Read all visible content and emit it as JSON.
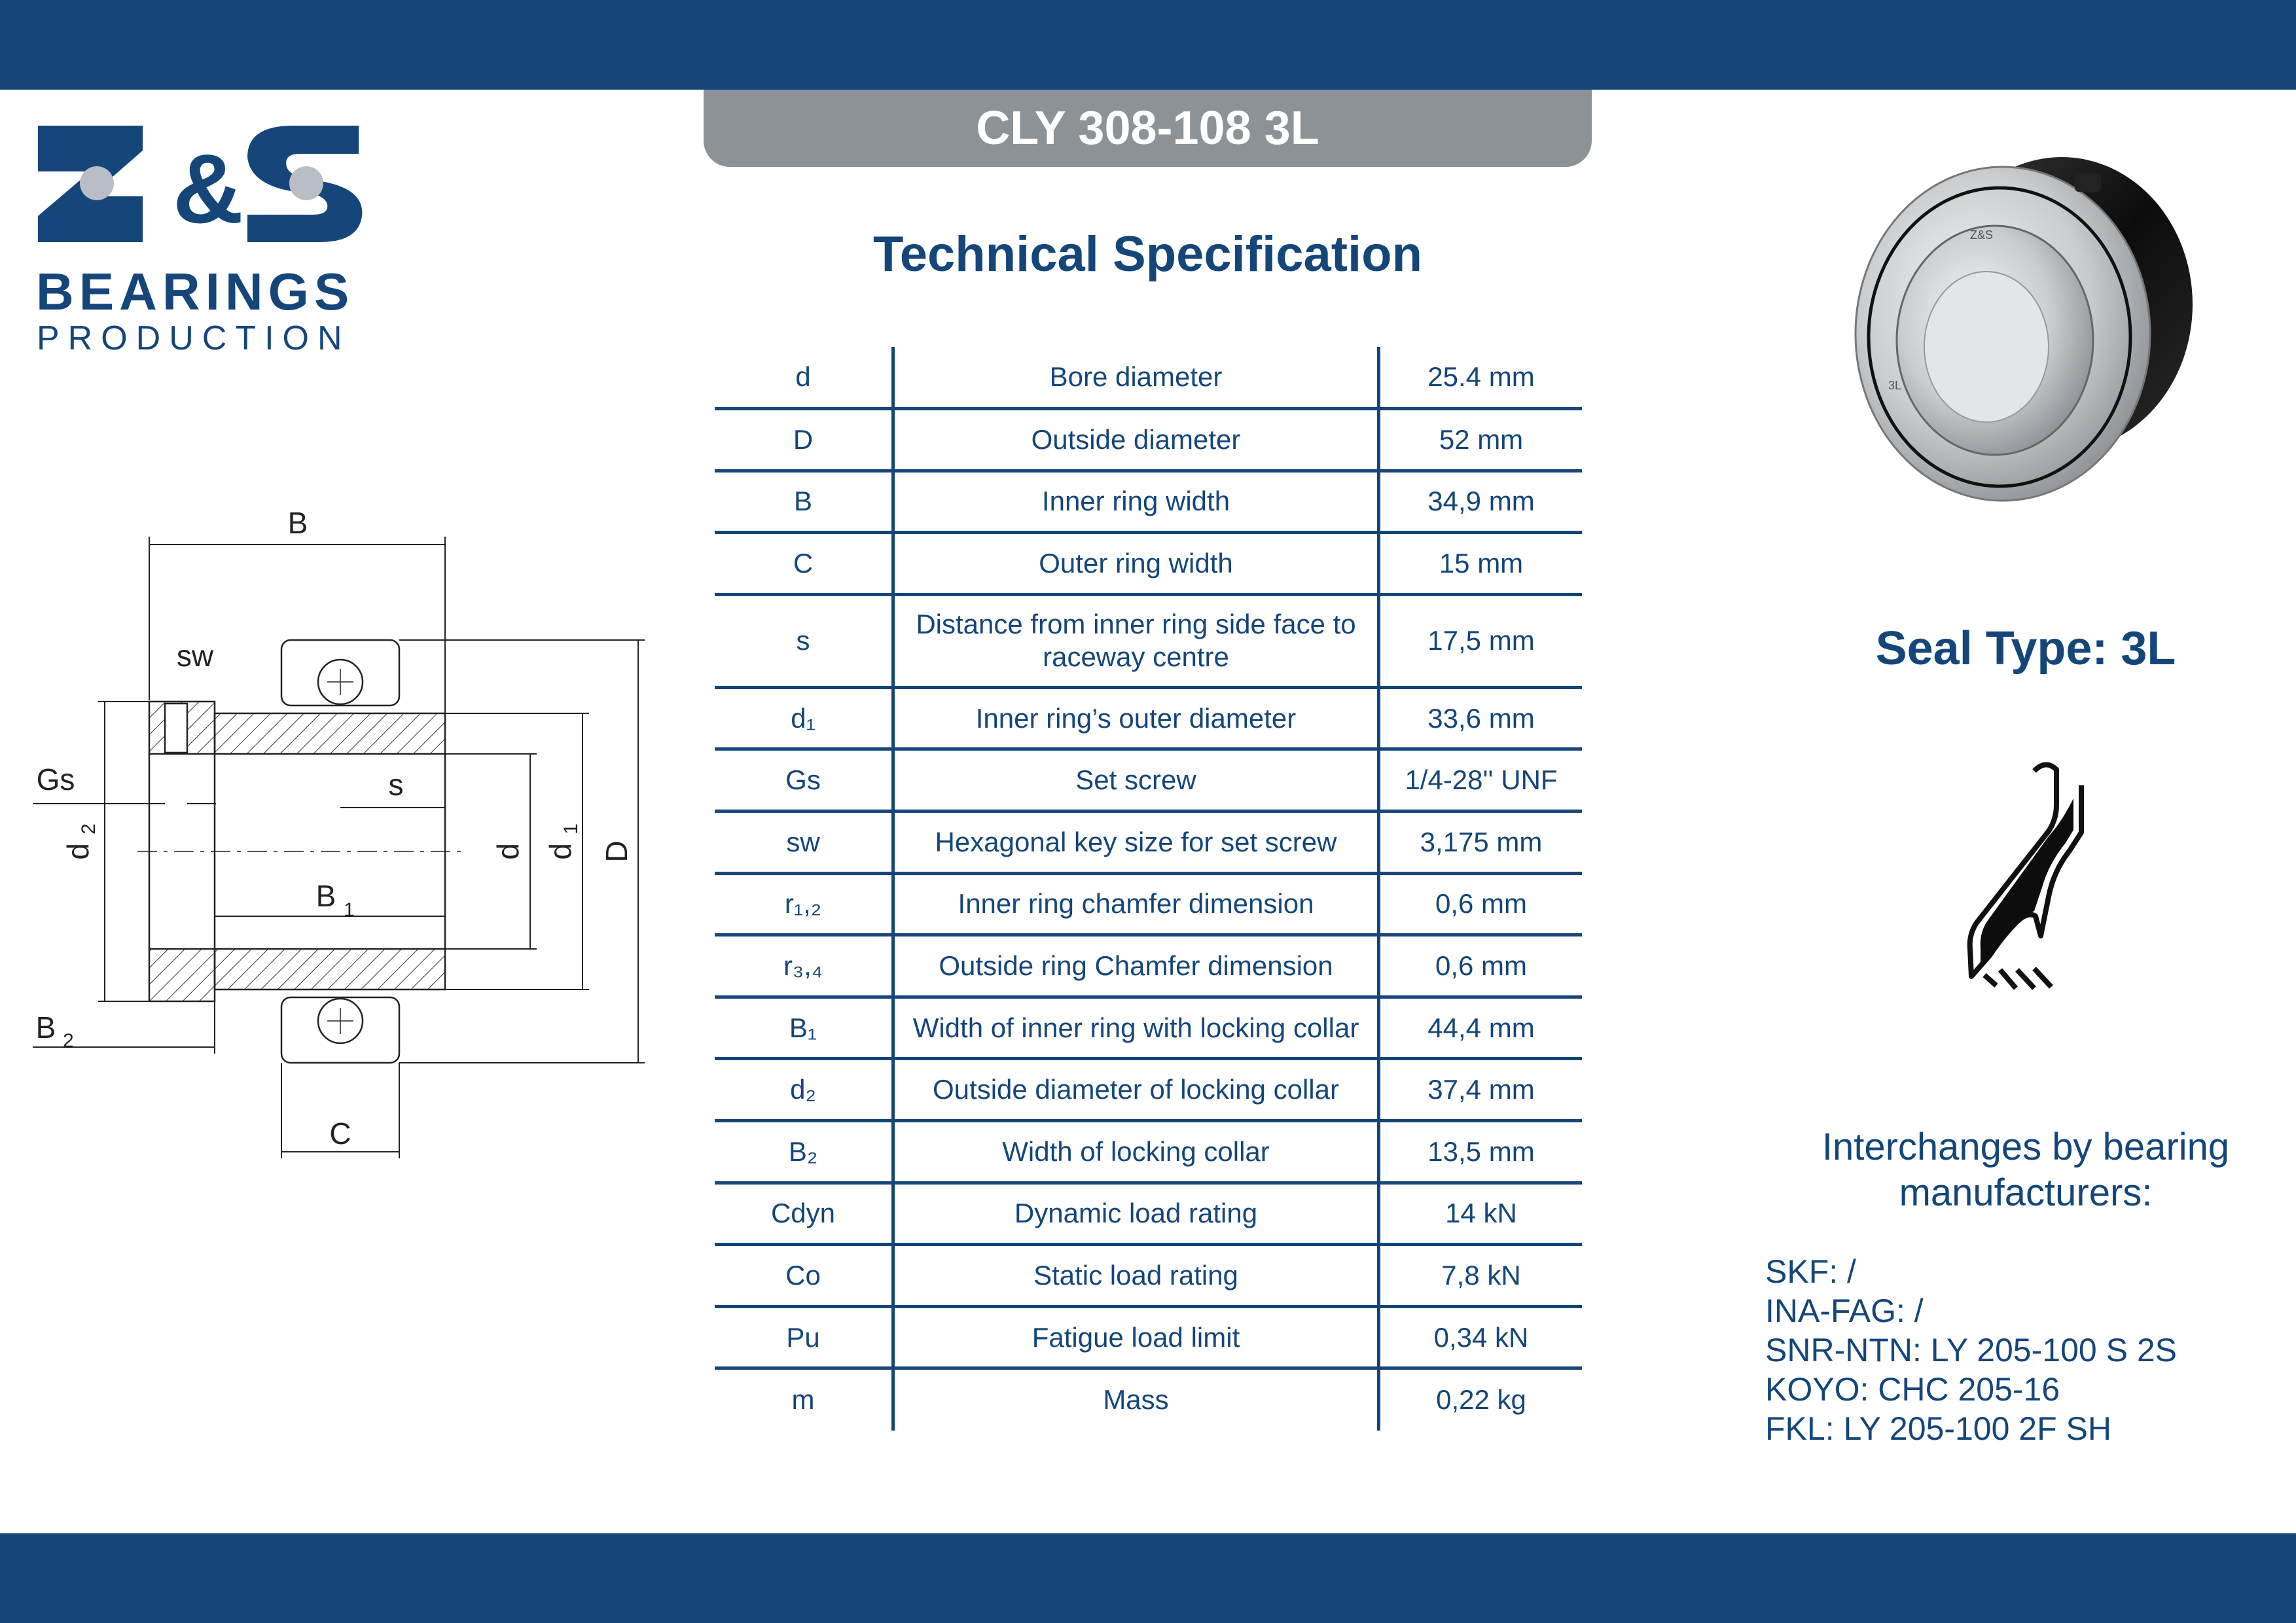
{
  "header": {
    "product_code": "CLY 308-108 3L"
  },
  "brand": {
    "top": "Z&S",
    "name": "BEARINGS",
    "sub": "PRODUCTION"
  },
  "section_title": "Technical Specification",
  "specs": [
    {
      "symbol": "d",
      "description": "Bore diameter",
      "value": "25.4 mm"
    },
    {
      "symbol": "D",
      "description": "Outside diameter",
      "value": "52 mm"
    },
    {
      "symbol": "B",
      "description": "Inner ring width",
      "value": "34,9 mm"
    },
    {
      "symbol": "C",
      "description": "Outer ring width",
      "value": "15 mm"
    },
    {
      "symbol": "s",
      "description": "Distance from inner ring side face to raceway centre",
      "value": "17,5 mm"
    },
    {
      "symbol": "d₁",
      "description": "Inner ring’s outer diameter",
      "value": "33,6 mm"
    },
    {
      "symbol": "Gs",
      "description": "Set screw",
      "value": "1/4-28'' UNF"
    },
    {
      "symbol": "sw",
      "description": "Hexagonal key size for set screw",
      "value": "3,175 mm"
    },
    {
      "symbol": "r₁,₂",
      "description": "Inner ring chamfer dimension",
      "value": "0,6 mm"
    },
    {
      "symbol": "r₃,₄",
      "description": "Outside ring Chamfer dimension",
      "value": "0,6 mm"
    },
    {
      "symbol": "B₁",
      "description": "Width of inner ring with locking collar",
      "value": "44,4 mm"
    },
    {
      "symbol": "d₂",
      "description": "Outside diameter of locking collar",
      "value": "37,4 mm"
    },
    {
      "symbol": "B₂",
      "description": "Width  of locking collar",
      "value": "13,5 mm"
    },
    {
      "symbol": "Cdyn",
      "description": "Dynamic load rating",
      "value": "14 kN"
    },
    {
      "symbol": "Co",
      "description": "Static load rating",
      "value": "7,8 kN"
    },
    {
      "symbol": "Pu",
      "description": "Fatigue load limit",
      "value": "0,34 kN"
    },
    {
      "symbol": "m",
      "description": "Mass",
      "value": "0,22 kg"
    }
  ],
  "drawing_labels": {
    "B": "B",
    "sw": "sw",
    "Gs": "Gs",
    "s": "s",
    "d2": "d",
    "d2_sub": "2",
    "d": "d",
    "d1": "d",
    "d1_sub": "1",
    "D": "D",
    "B1": "B",
    "B1_sub": "1",
    "B2": "B",
    "B2_sub": "2",
    "C": "C"
  },
  "seal": {
    "title": "Seal Type: 3L"
  },
  "photo_marks": {
    "brand": "Z&S",
    "code": "3L"
  },
  "interchanges": {
    "title": "Interchanges by bearing manufacturers:",
    "items": [
      "SKF: /",
      "INA-FAG: /",
      "SNR-NTN: LY 205-100 S 2S",
      "KOYO: CHC 205-16",
      "FKL: LY 205-100 2F SH"
    ]
  },
  "colors": {
    "brand_blue": "#15467a",
    "tab_gray": "#8c9296"
  }
}
